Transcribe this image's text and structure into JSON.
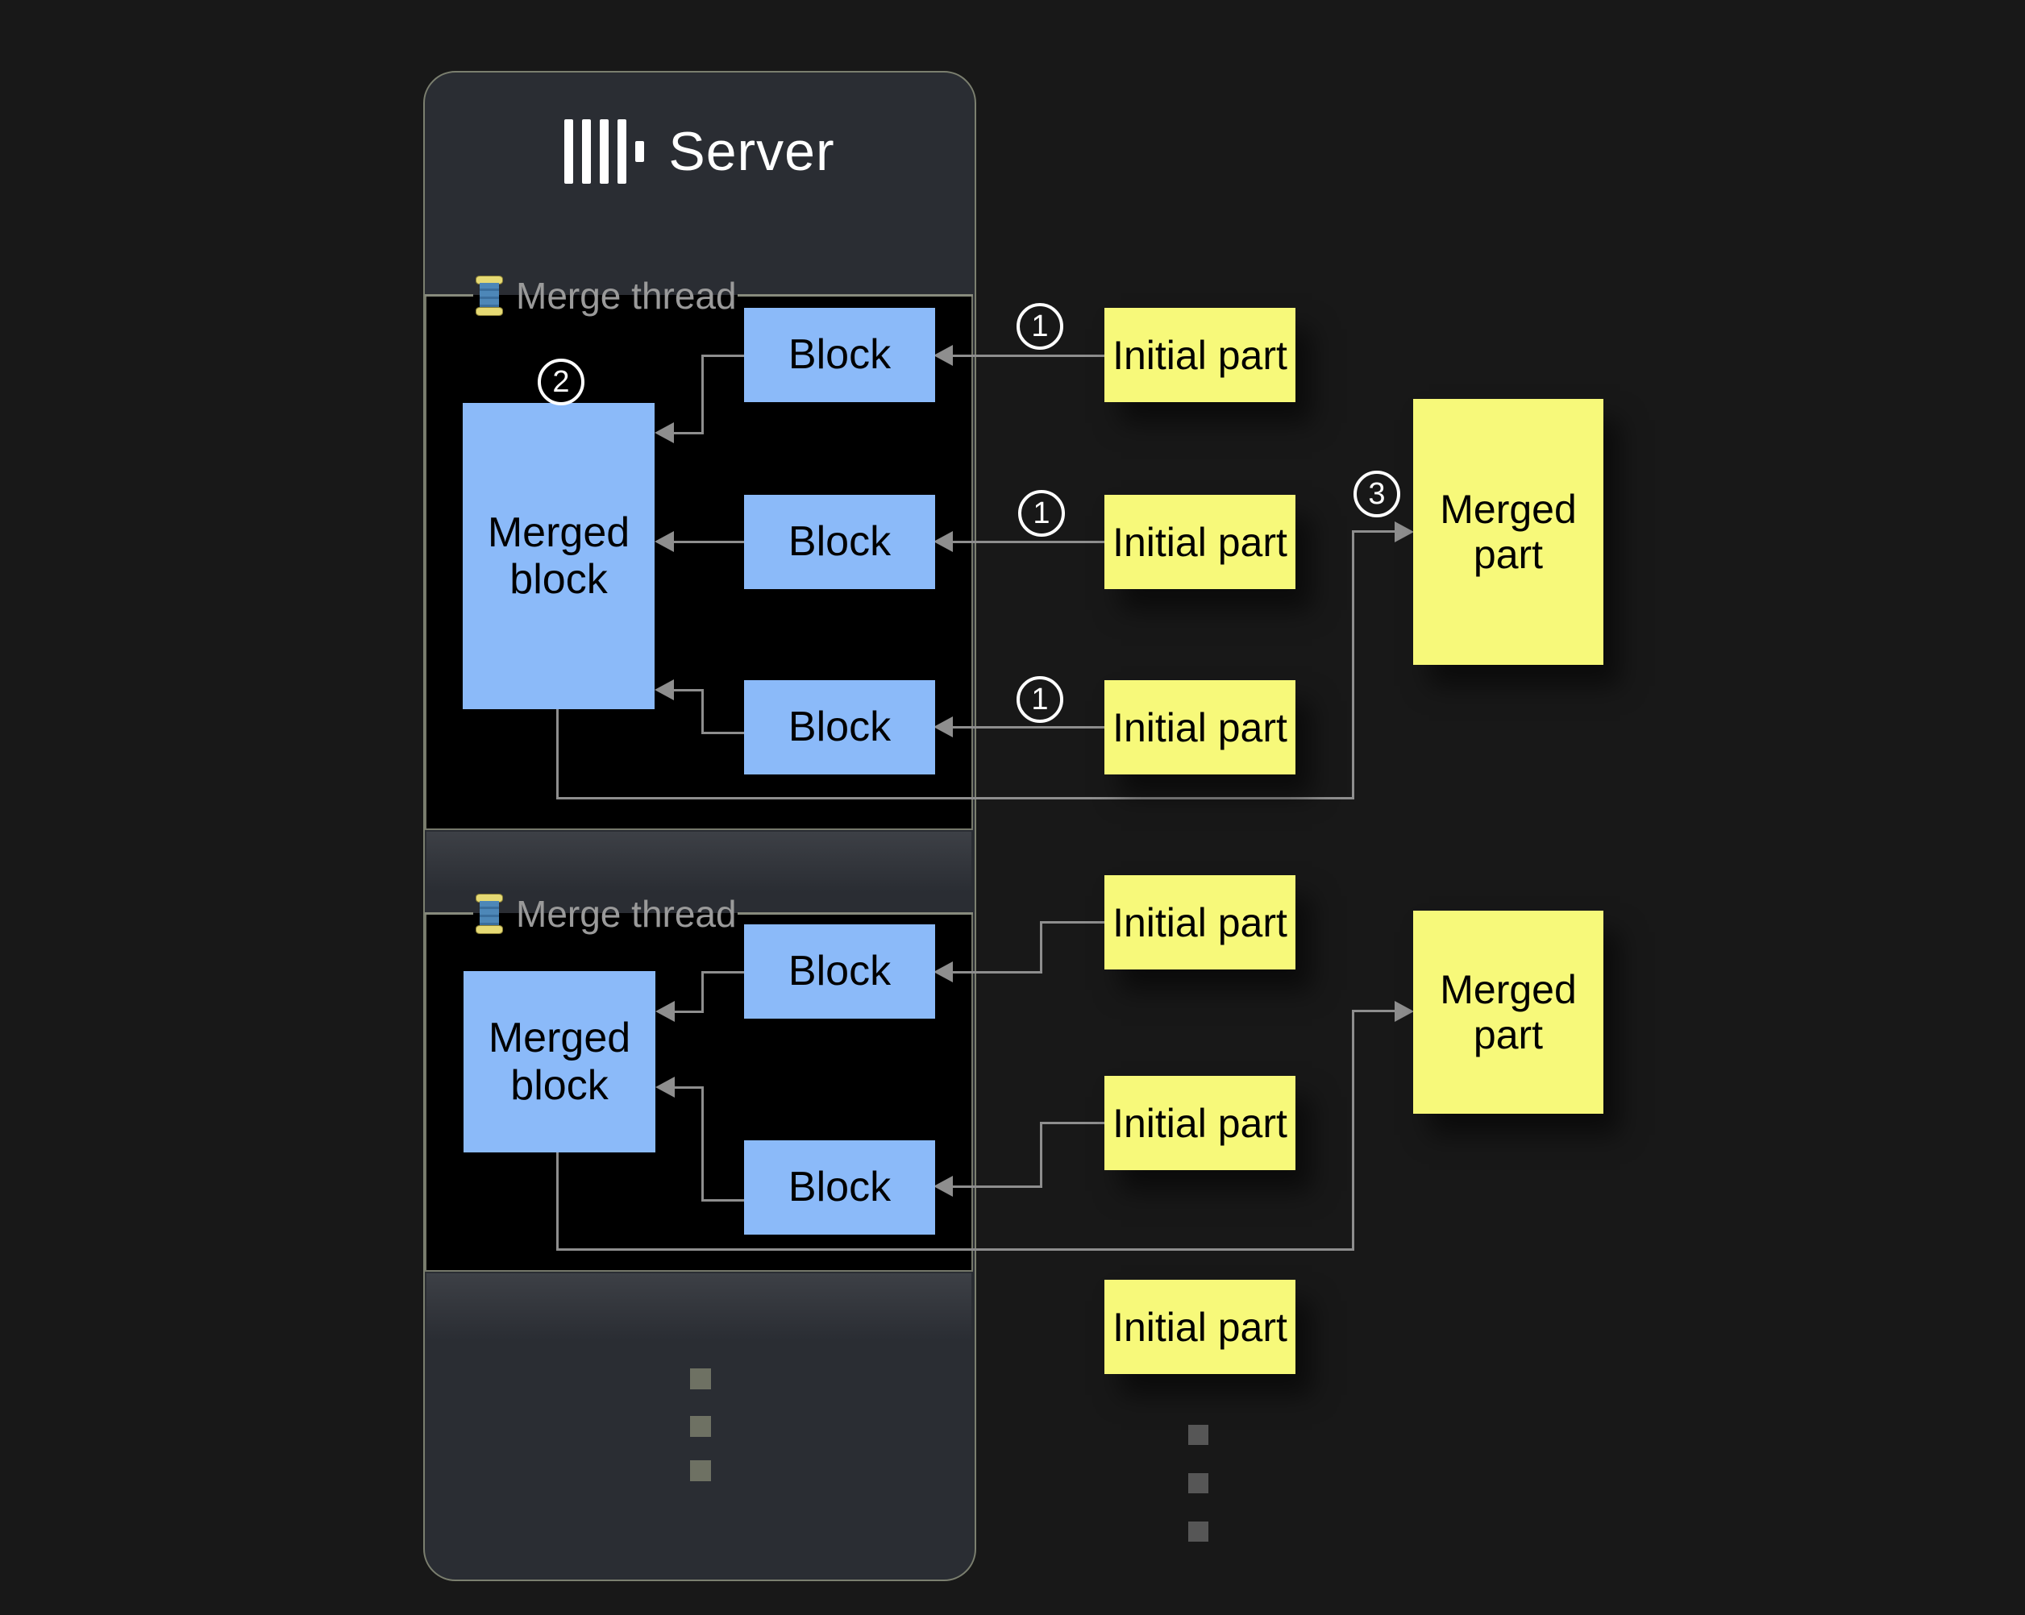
{
  "server": {
    "title": "Server",
    "logo_icon": "clickhouse-logo"
  },
  "merge_threads": [
    {
      "label": "Merge thread",
      "icon": "thread-spool-icon",
      "merged_block_label": "Merged block",
      "blocks": [
        "Block",
        "Block",
        "Block"
      ]
    },
    {
      "label": "Merge thread",
      "icon": "thread-spool-icon",
      "merged_block_label": "Merged block",
      "blocks": [
        "Block",
        "Block"
      ]
    }
  ],
  "flow": {
    "initial_parts": [
      "Initial part",
      "Initial part",
      "Initial part",
      "Initial part",
      "Initial part",
      "Initial part"
    ],
    "merged_parts": [
      "Merged part",
      "Merged part"
    ],
    "badges": {
      "step1": "1",
      "step2": "2",
      "step3": "3"
    }
  },
  "colors": {
    "block_blue": "#8bbaf9",
    "part_yellow": "#f7f97a",
    "line_gray": "#8e8e8e",
    "server_panel": "#2a2d33"
  }
}
